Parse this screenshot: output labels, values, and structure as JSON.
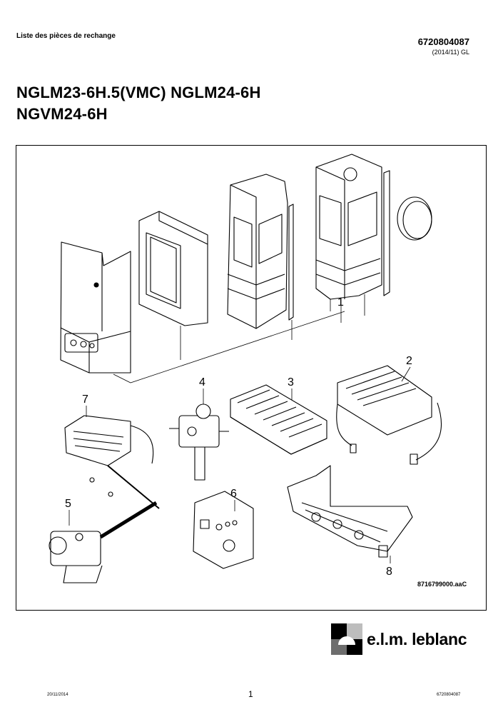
{
  "header": {
    "doc_type": "Liste des pièces de rechange",
    "doc_number": "6720804087",
    "revision": "(2014/11) GL"
  },
  "title": {
    "line1": "NGLM23-6H.5(VMC) NGLM24-6H",
    "line2": "NGVM24-6H"
  },
  "figure": {
    "callouts": [
      "1",
      "2",
      "3",
      "4",
      "5",
      "6",
      "7",
      "8"
    ],
    "reference": "8716799000.aaC"
  },
  "brand": {
    "name": "e.l.m. leblanc"
  },
  "footer": {
    "date": "20/11/2014",
    "page": "1",
    "doc_number": "6720804087"
  }
}
